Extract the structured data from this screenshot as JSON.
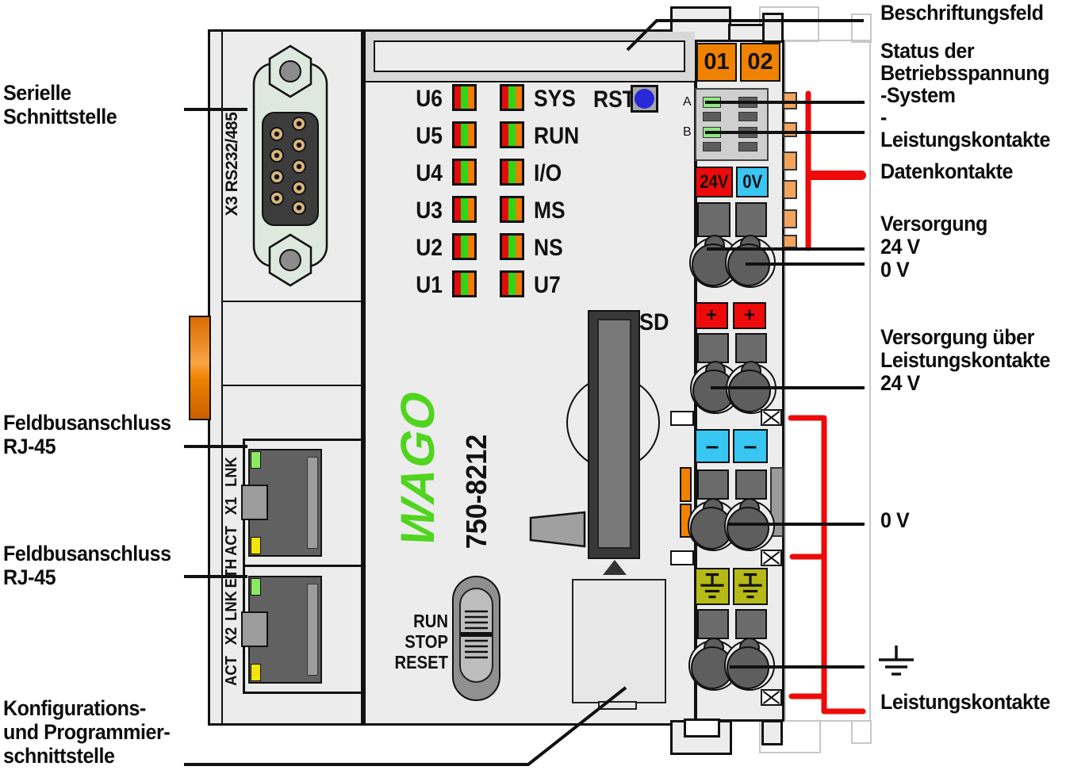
{
  "left_callouts": {
    "serial": "Serielle\nSchnittstelle",
    "fieldbus1": "Feldbusanschluss\nRJ-45",
    "fieldbus2": "Feldbusanschluss\nRJ-45",
    "config": "Konfigurations-\nund Programmier-\nschnittstelle"
  },
  "right_callouts": {
    "labeling_field": "Beschriftungsfeld",
    "status": "Status der\nBetriebsspannung\n-System\n-Leistungskontakte",
    "data_contacts": "Datenkontakte",
    "supply": "Versorgung\n24 V\n0 V",
    "supply_power": "Versorgung über\nLeistungskontakte\n24 V",
    "zero_volt": "0 V",
    "power_contacts": "Leistungskontakte"
  },
  "device": {
    "brand": "WAGO",
    "model": "750-8212",
    "serial_port": "X3 RS232/485",
    "reset": "RST",
    "sd": "SD",
    "mode_switch": "RUN\nSTOP\nRESET",
    "leds_left": [
      "U6",
      "U5",
      "U4",
      "U3",
      "U2",
      "U1"
    ],
    "leds_right": [
      "SYS",
      "RUN",
      "I/O",
      "MS",
      "NS",
      "U7"
    ],
    "eth_port1": [
      "LNK",
      "X1",
      "ACT"
    ],
    "eth_shared": "ETH",
    "eth_port2": [
      "LNK",
      "X2",
      "ACT"
    ],
    "power": {
      "addr1": "01",
      "addr2": "02",
      "row_a": "A",
      "row_b": "B",
      "v24": "24V",
      "v0": "0V",
      "plus": "+",
      "minus": "–"
    }
  },
  "colors": {
    "wago_green": "#50d41e",
    "wago_orange": "#f08200",
    "callout_red": "#ee0a0a",
    "terminal_red": "#ee0a0a",
    "terminal_cyan": "#38c6f2",
    "terminal_olive": "#b6ba16",
    "module_gray": "#ececec"
  }
}
